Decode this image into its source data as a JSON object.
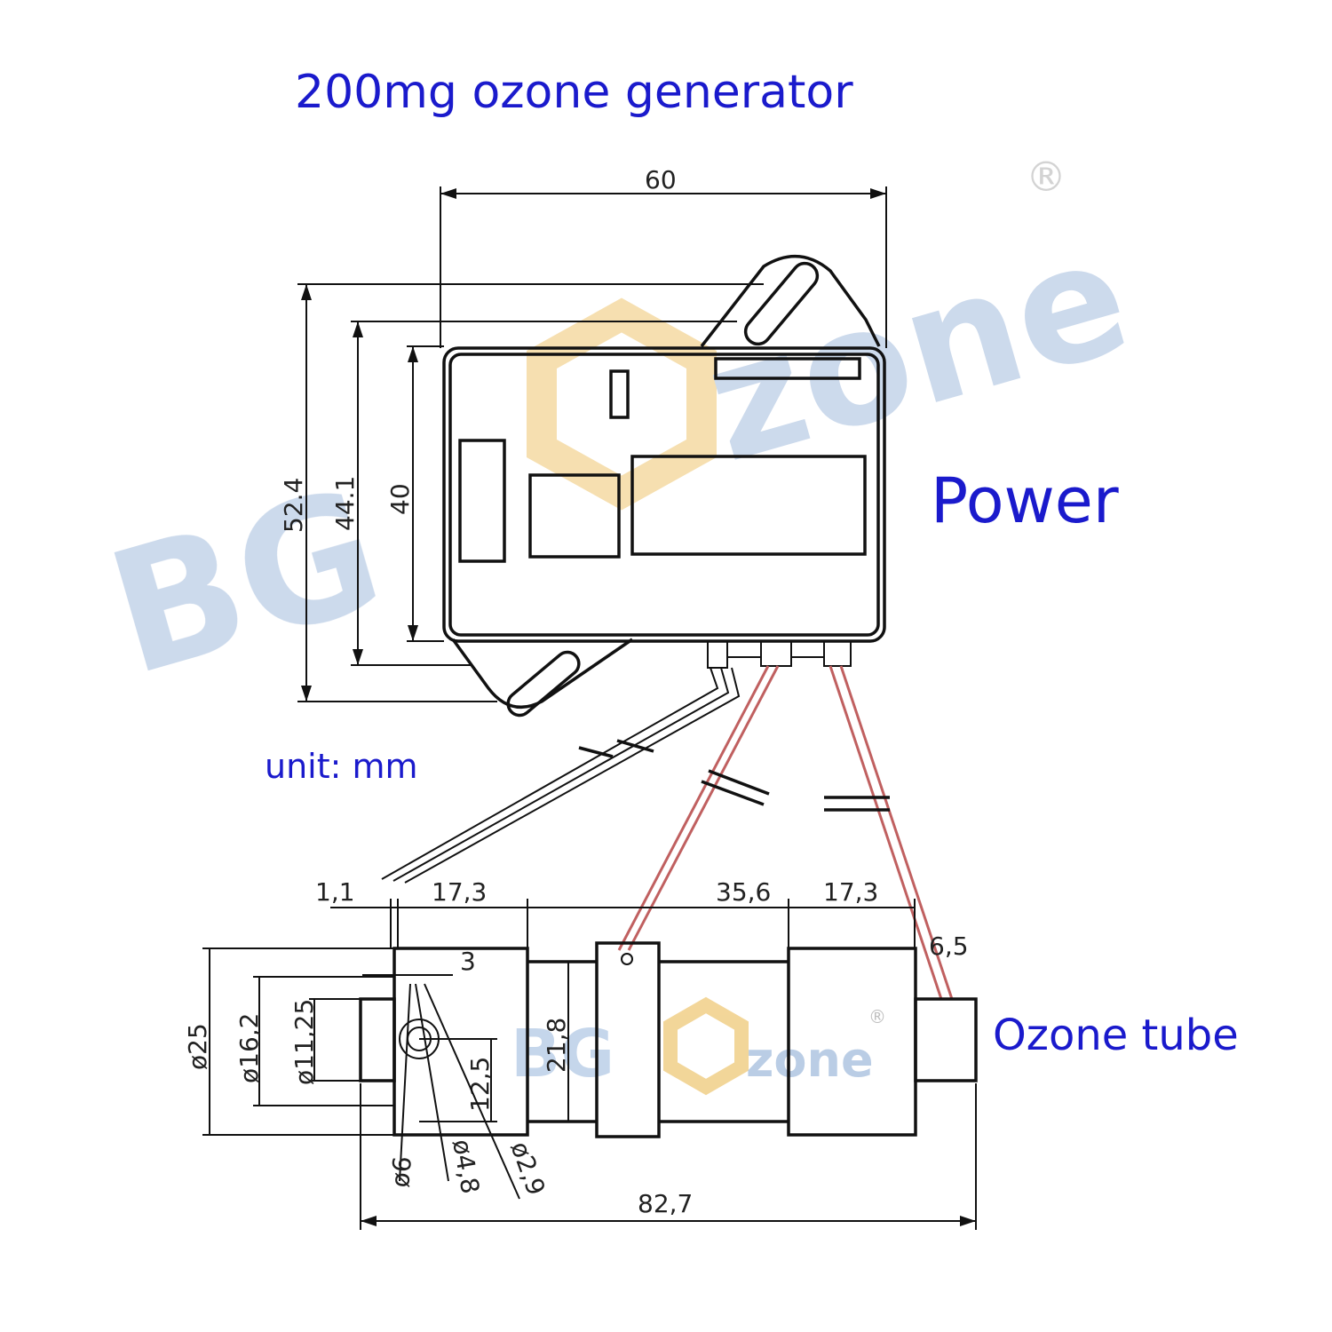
{
  "title": "200mg ozone generator",
  "labels": {
    "power": "Power",
    "ozone_tube": "Ozone tube",
    "unit": "unit: mm"
  },
  "watermark": {
    "brand": "BGOzone",
    "reg_mark": "®",
    "text_prefix": "BG",
    "text_suffix": "zone",
    "colors": {
      "blue": "#b9cde4",
      "gold": "#f3d79b"
    }
  },
  "power_dims": {
    "width": "60",
    "h1": "52.4",
    "h2": "44.1",
    "h3": "40"
  },
  "tube_dims": {
    "d1": "1,1",
    "d2": "17,3",
    "d3": "35,6",
    "d4": "17,3",
    "d5": "6,5",
    "d6": "3",
    "d7": "ø25",
    "d8": "ø16,2",
    "d9": "ø11,25",
    "d10": "21,8",
    "d11": "12,5",
    "d12": "ø6",
    "d13": "ø4,8",
    "d14": "ø2,9",
    "d15": "82,7"
  },
  "colors": {
    "title": "#1a1acc",
    "line": "#111111",
    "wire_red": "#c06060"
  }
}
